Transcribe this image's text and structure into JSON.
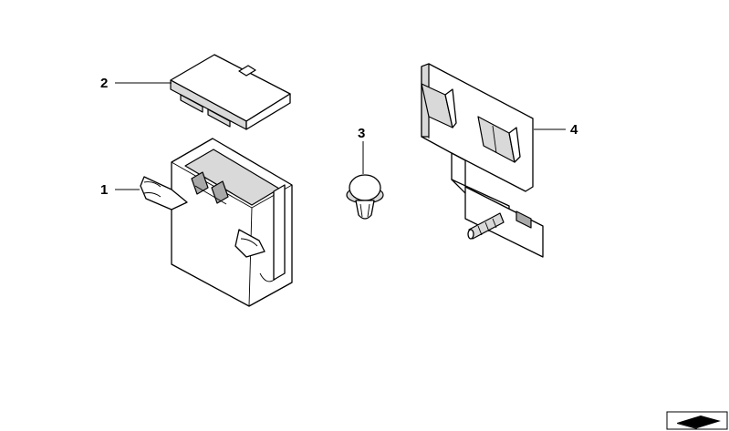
{
  "callouts": [
    {
      "id": "bracket",
      "label": "1"
    },
    {
      "id": "cover",
      "label": "2"
    },
    {
      "id": "clip",
      "label": "3"
    },
    {
      "id": "holder-plate",
      "label": "4"
    }
  ],
  "colors": {
    "line": "#000000",
    "background": "#ffffff",
    "shade": "#d9d9d9"
  },
  "icons": {
    "corner": "catalog-page-icon"
  }
}
